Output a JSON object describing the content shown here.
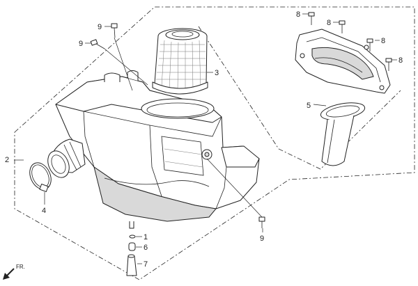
{
  "callouts": {
    "c1": "1",
    "c2": "2",
    "c3": "3",
    "c4": "4",
    "c5": "5",
    "c6": "6",
    "c7": "7",
    "c8a": "8",
    "c8b": "8",
    "c8c": "8",
    "c8d": "8",
    "c9a": "9",
    "c9b": "9",
    "c9c": "9"
  },
  "direction_label": "FR."
}
